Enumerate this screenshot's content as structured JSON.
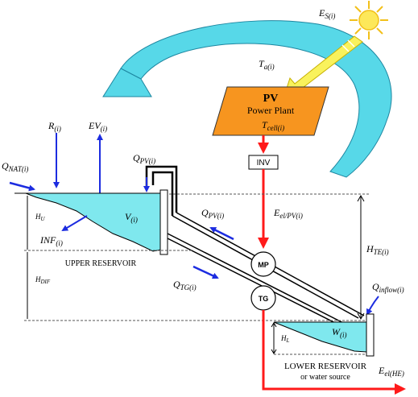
{
  "labels": {
    "es": "E",
    "es_sub": "S(i)",
    "ta": "T",
    "ta_sub": "a(i)",
    "pv_title": "PV",
    "pv_sub": "Power Plant",
    "tcell": "T",
    "tcell_sub": "cell(i)",
    "r": "R",
    "r_sub": "(i)",
    "ev": "EV",
    "ev_sub": "(i)",
    "qnat": "Q",
    "qnat_sub": "NAT(i)",
    "qpv_top": "Q",
    "qpv_top_sub": "PV(i)",
    "inv": "INV",
    "hu": "H",
    "hu_sub": "U",
    "v": "V",
    "v_sub": "(i)",
    "inf": "INF",
    "inf_sub": "(i)",
    "qpv_pipe": "Q",
    "qpv_pipe_sub": "PV(i)",
    "eel_pv": "E",
    "eel_pv_sub": "el/PV(i)",
    "hte": "H",
    "hte_sub": "TE(i)",
    "upper_reservoir": "UPPER RESERVOIR",
    "mp": "MP",
    "hdif": "H",
    "hdif_sub": "DIF",
    "qtg": "Q",
    "qtg_sub": "TG(i)",
    "tg": "TG",
    "qinflow": "Q",
    "qinflow_sub": "inflow(i)",
    "w": "W",
    "w_sub": "(i)",
    "hl": "H",
    "hl_sub": "L",
    "lower_reservoir": "LOWER RESERVOIR",
    "water_source": "or water source",
    "eel_he": "E",
    "eel_he_sub": "el(HE)"
  },
  "colors": {
    "water": "#7fe8ee",
    "swoosh": "#57d8e8",
    "pv_fill": "#f7951f",
    "sun": "#fde85a",
    "sun_ray": "#f2c01a",
    "flow_arrow": "#1c2ce0",
    "power_line": "#ff1a1a",
    "beam": "#f9f25c"
  }
}
